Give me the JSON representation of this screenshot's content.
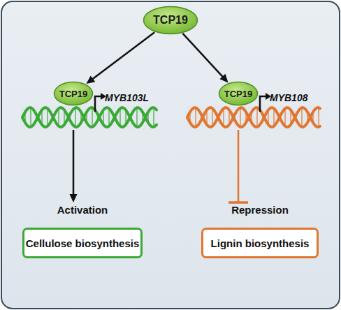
{
  "diagram": {
    "nodes": [
      {
        "text": [
          "TCP19"
        ]
      },
      {
        "text": [
          "TCP19"
        ]
      },
      {
        "text": [
          "TCP19"
        ]
      },
      {
        "text": [
          "Activation",
          "Cellulose biosynthesis"
        ]
      },
      {
        "text": [
          "Repression",
          "Lignin biosynthesis"
        ]
      }
    ],
    "edges": [
      {
        "from": 0,
        "to": 1,
        "arrow": "to"
      },
      {
        "from": 0,
        "to": 2,
        "arrow": "to"
      },
      {
        "from": 1,
        "to": 3,
        "arrow": "to"
      },
      {
        "from": 2,
        "to": 4,
        "arrow": "to"
      }
    ],
    "labels": [
      "MYB103L",
      "MYB108"
    ]
  }
}
